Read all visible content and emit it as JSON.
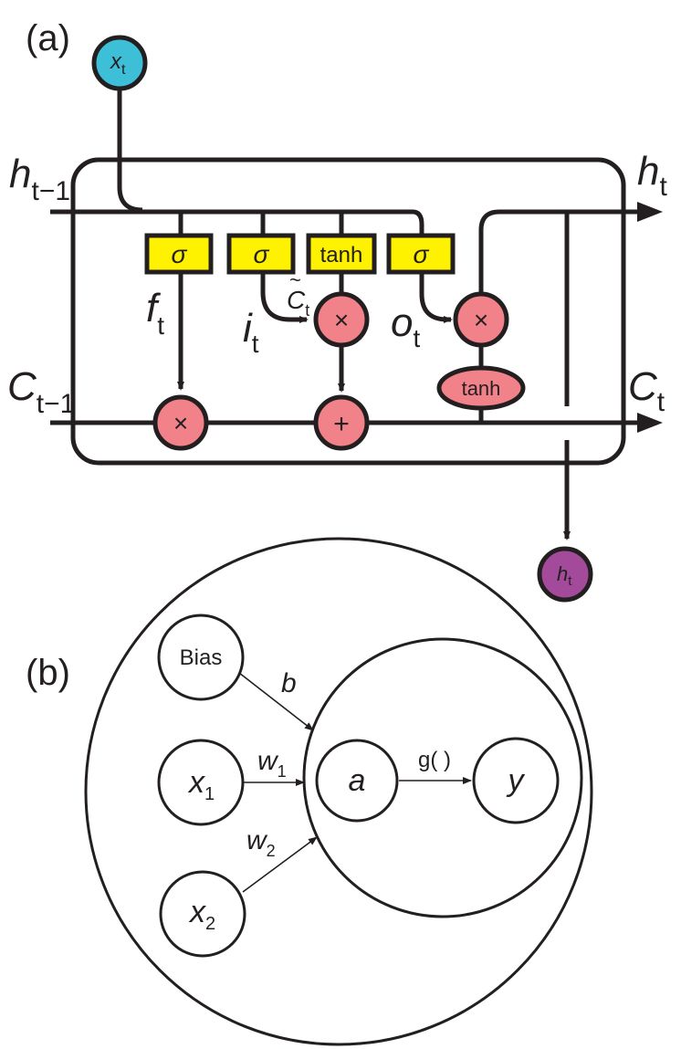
{
  "panel_a": {
    "label": "(a)",
    "input_x": {
      "main": "x",
      "sub": "t"
    },
    "h_prev": {
      "main": "h",
      "sub": "t−1"
    },
    "h_next": {
      "main": "h",
      "sub": "t"
    },
    "c_prev": {
      "main": "C",
      "sub": "t−1"
    },
    "c_next": {
      "main": "C",
      "sub": "t"
    },
    "output_h": {
      "main": "h",
      "sub": "t"
    },
    "gates": [
      "σ",
      "σ",
      "tanh",
      "σ"
    ],
    "f_label": {
      "main": "f",
      "sub": "t"
    },
    "i_label": {
      "main": "i",
      "sub": "t"
    },
    "o_label": {
      "main": "o",
      "sub": "t"
    },
    "c_tilde": {
      "main": "C",
      "sub": "t",
      "accent": "~"
    },
    "ops": {
      "multiply": "×",
      "add": "+",
      "tanh": "tanh"
    },
    "colors": {
      "input": "#3dbfd8",
      "output": "#a34a9a",
      "operation": "#f28289",
      "gate": "#fff200",
      "stroke": "#231f20"
    }
  },
  "panel_b": {
    "label": "(b)",
    "bias": "Bias",
    "x1": {
      "main": "x",
      "sub": "1"
    },
    "x2": {
      "main": "x",
      "sub": "2"
    },
    "b": "b",
    "w1": {
      "main": "w",
      "sub": "1"
    },
    "w2": {
      "main": "w",
      "sub": "2"
    },
    "a": "a",
    "g": "g( )",
    "y": "y"
  }
}
